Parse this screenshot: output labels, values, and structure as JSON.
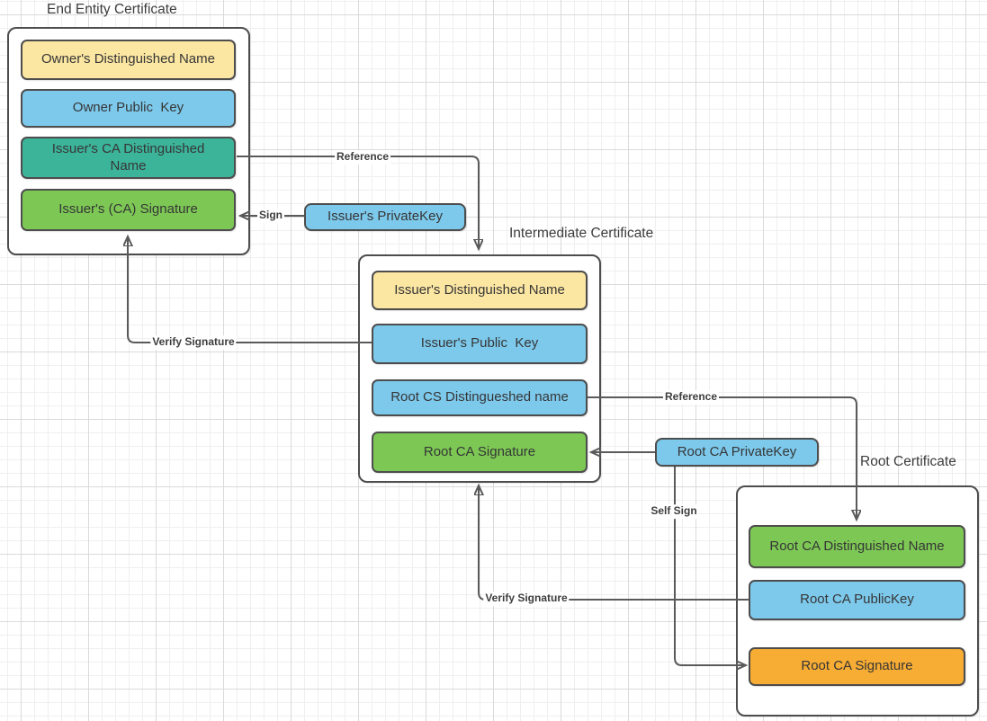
{
  "colors": {
    "yellow": "#FBE6A2",
    "blue": "#7DC9EC",
    "teal": "#3CB49A",
    "green": "#7DC855",
    "orange": "#F7AC33",
    "line": "#5A5A5A",
    "shape_border": "#4D4D4D",
    "text": "#363636"
  },
  "diagram": {
    "certificates": [
      {
        "title": "End Entity Certificate",
        "fields": [
          {
            "label": "Owner's Distinguished Name",
            "fill": "yellow"
          },
          {
            "label": "Owner Public  Key",
            "fill": "blue"
          },
          {
            "label": "Issuer's CA Distinguished Name",
            "fill": "teal"
          },
          {
            "label": "Issuer's (CA) Signature",
            "fill": "green"
          }
        ]
      },
      {
        "title": "Intermediate Certificate",
        "fields": [
          {
            "label": "Issuer's Distinguished Name",
            "fill": "yellow"
          },
          {
            "label": "Issuer's Public  Key",
            "fill": "blue"
          },
          {
            "label": "Root CS Distingueshed name",
            "fill": "blue"
          },
          {
            "label": "Root CA Signature",
            "fill": "green"
          }
        ]
      },
      {
        "title": "Root Certificate",
        "fields": [
          {
            "label": "Root CA Distinguished Name",
            "fill": "green"
          },
          {
            "label": "Root CA PublicKey",
            "fill": "blue"
          },
          {
            "label": "Root CA Signature",
            "fill": "orange"
          }
        ]
      }
    ],
    "keys": [
      {
        "label": "Issuer's PrivateKey",
        "fill": "blue"
      },
      {
        "label": "Root CA PrivateKey",
        "fill": "blue"
      }
    ],
    "connector_labels": {
      "reference_to_intermediate": "Reference",
      "sign": "Sign",
      "verify_signature_end_entity": "Verify Signature",
      "reference_to_root": "Reference",
      "self_sign": "Self Sign",
      "verify_signature_intermediate": "Verify Signature"
    }
  }
}
